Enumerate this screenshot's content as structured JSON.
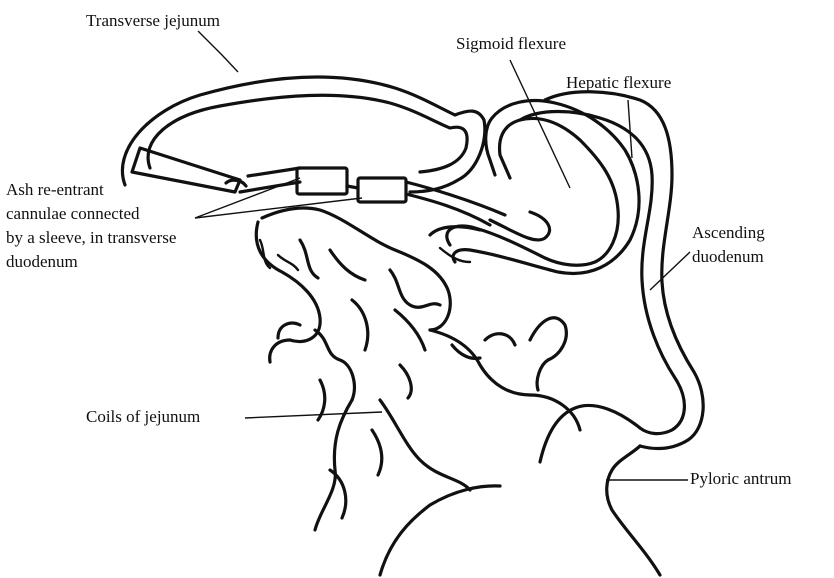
{
  "labels": {
    "transverse_jejunum": "Transverse jejunum",
    "sigmoid_flexure": "Sigmoid flexure",
    "hepatic_flexure": "Hepatic flexure",
    "ash_line1": "Ash re-entrant",
    "ash_line2": "cannulae connected",
    "ash_line3": "by a sleeve, in transverse",
    "ash_line4": "duodenum",
    "ascending_line1": "Ascending",
    "ascending_line2": "duodenum",
    "coils_of_jejunum": "Coils of jejunum",
    "pyloric_antrum": "Pyloric antrum"
  }
}
